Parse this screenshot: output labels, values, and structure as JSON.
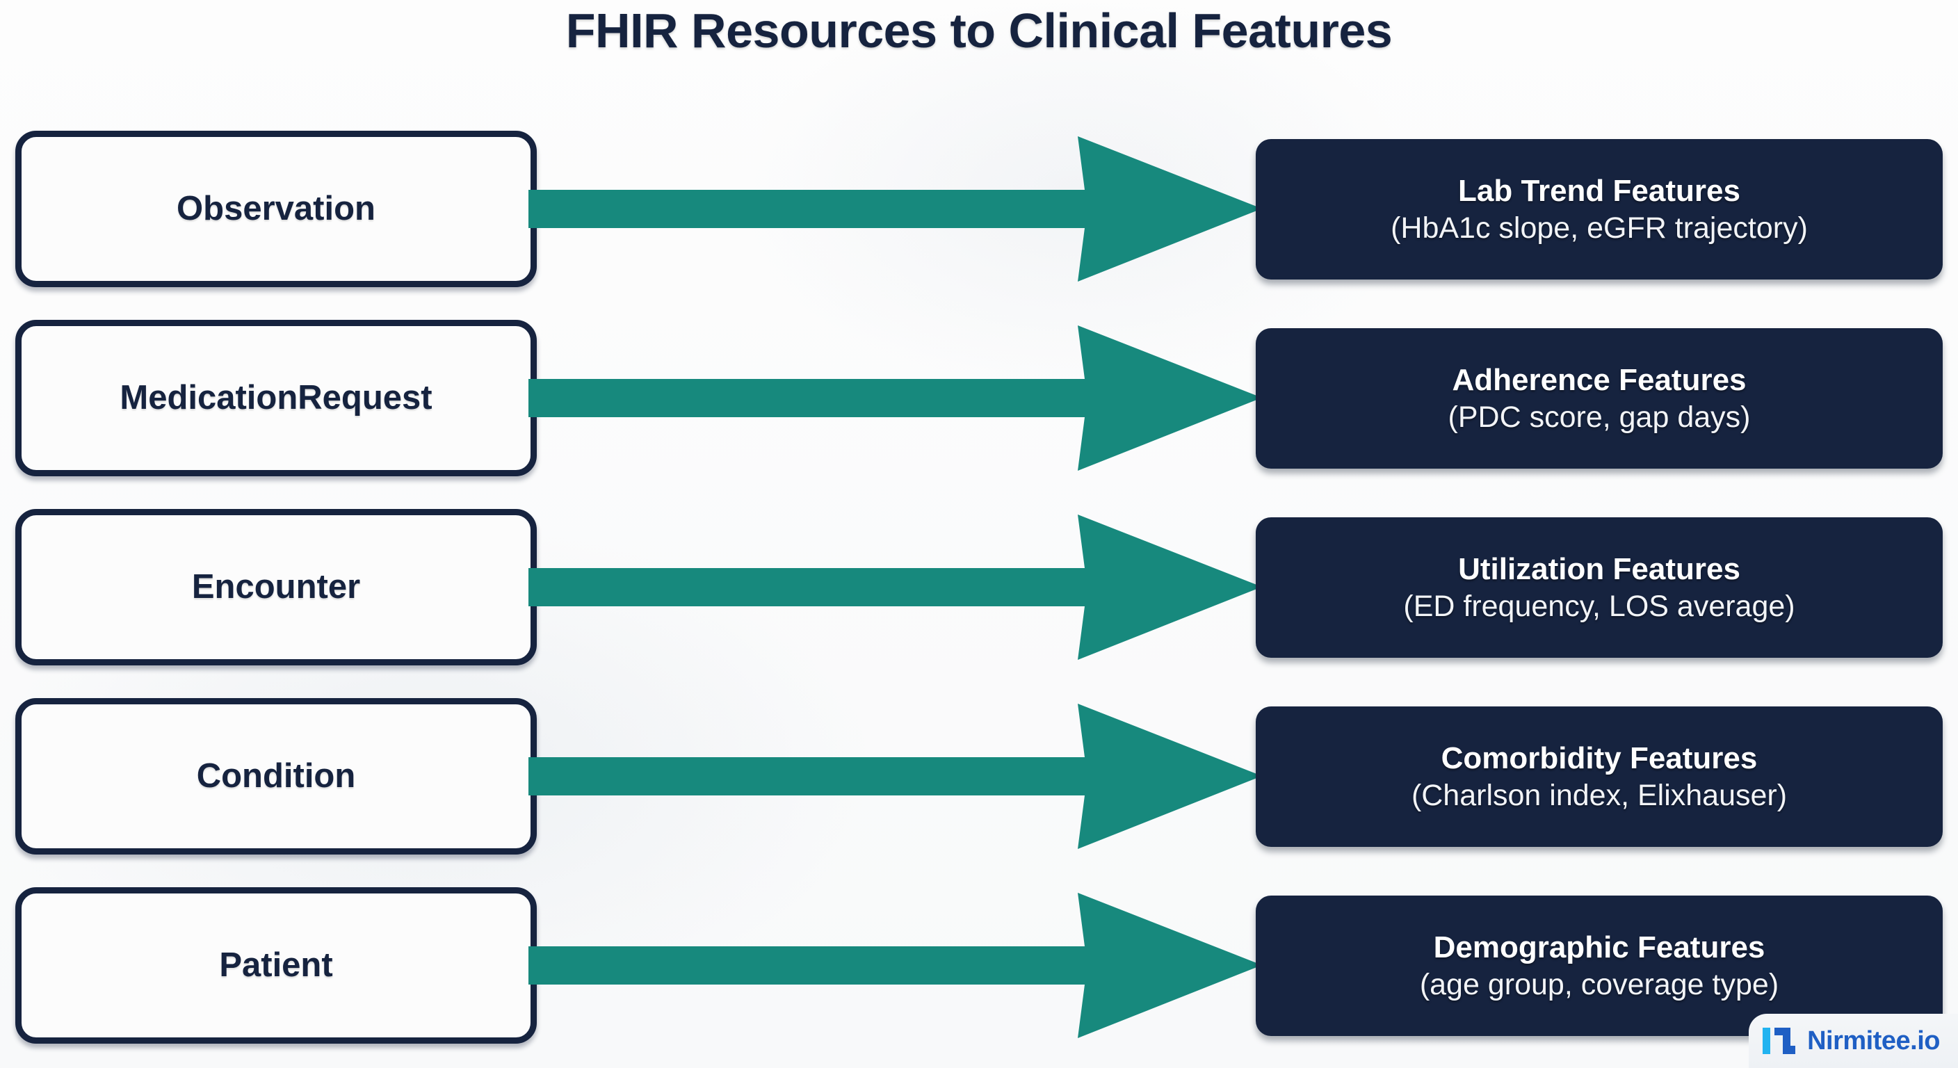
{
  "diagram": {
    "title": "FHIR Resources to Clinical Features",
    "colors": {
      "navy": "#16233f",
      "teal": "#17897d",
      "box_fill_white": "#fcfcfc",
      "text_white": "#ffffff",
      "background": "#fbfbfb",
      "logo_blue": "#1f5fc4",
      "logo_cyan": "#22b3f0"
    },
    "rows": [
      {
        "source": "Observation",
        "arrow": "arrow-right",
        "target_title": "Lab Trend Features",
        "target_sub": "(HbA1c slope, eGFR trajectory)"
      },
      {
        "source": "MedicationRequest",
        "arrow": "arrow-right",
        "target_title": "Adherence Features",
        "target_sub": "(PDC score, gap days)"
      },
      {
        "source": "Encounter",
        "arrow": "arrow-right",
        "target_title": "Utilization Features",
        "target_sub": "(ED frequency, LOS average)"
      },
      {
        "source": "Condition",
        "arrow": "arrow-right",
        "target_title": "Comorbidity Features",
        "target_sub": "(Charlson index, Elixhauser)"
      },
      {
        "source": "Patient",
        "arrow": "arrow-right",
        "target_title": "Demographic Features",
        "target_sub": "(age group, coverage type)"
      }
    ]
  },
  "watermark": {
    "brand": "Nirmitee.io",
    "icon": "nirmitee-logo-icon"
  }
}
